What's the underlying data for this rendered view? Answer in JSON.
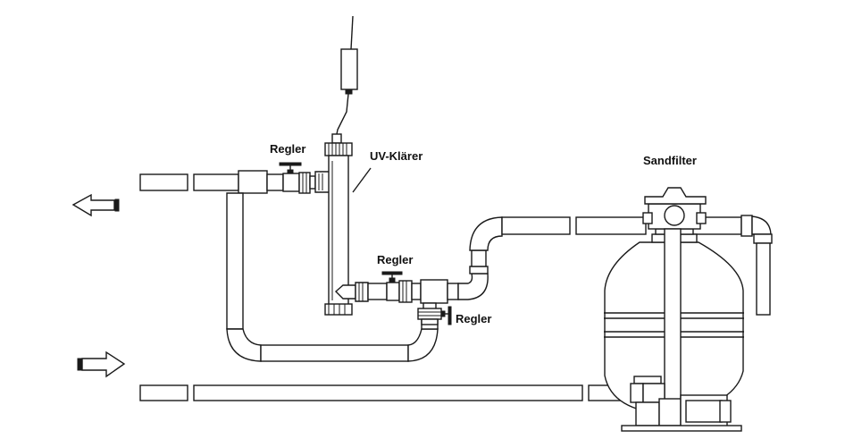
{
  "labels": {
    "regler_top": "Regler",
    "uv_klaerer": "UV-Klärer",
    "regler_mid": "Regler",
    "regler_bottom": "Regler",
    "sandfilter": "Sandfilter"
  },
  "icons": [
    "outflow-arrow-icon",
    "inflow-arrow-icon"
  ],
  "colors": {
    "line": "#1a1a1a",
    "background": "#ffffff"
  }
}
